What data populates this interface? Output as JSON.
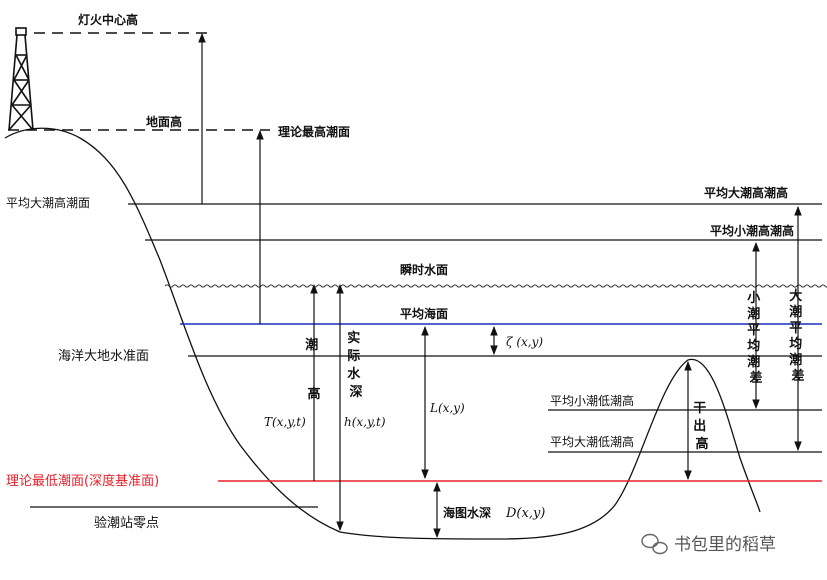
{
  "labels": {
    "lamp_height": "灯火中心高",
    "ground_height": "地面高",
    "highest_astronomical_tide": "理论最高潮面",
    "mean_high_water_springs_left": "平均大潮高潮面",
    "mean_high_water_springs_right": "平均大潮高潮高",
    "mean_high_water_neaps_right": "平均小潮高潮高",
    "instantaneous_water_surface": "瞬时水面",
    "mean_sea_level": "平均海面",
    "geodetic_datum": "海洋大地水准面",
    "zeta": "ζ (x,y)",
    "tide_height_text": [
      "潮",
      "高"
    ],
    "tide_height_math": "T(x,y,t)",
    "actual_depth_text": [
      "实",
      "际",
      "水",
      "深"
    ],
    "actual_depth_math": "h(x,y,t)",
    "L_math": "L(x,y)",
    "neap_range": [
      "小",
      "潮",
      "平",
      "均",
      "潮",
      "差"
    ],
    "spring_range": [
      "大",
      "潮",
      "平",
      "均",
      "潮",
      "差"
    ],
    "mean_low_water_neaps": "平均小潮低潮高",
    "mean_low_water_springs": "平均大潮低潮高",
    "drying_height": [
      "干",
      "出",
      "高"
    ],
    "lowest_astronomical_tide": "理论最低潮面(深度基准面)",
    "tide_gauge_zero": "验潮站零点",
    "chart_depth_text": "海图水深",
    "chart_depth_math": "D(x,y)"
  },
  "watermark": "书包里的稻草",
  "colors": {
    "datum_red": "#e8202a",
    "msl_blue": "#1a2fb8",
    "ink": "#111111"
  },
  "icons": {
    "lighthouse": "lighthouse-tower-icon",
    "watermark": "wechat-icon"
  }
}
